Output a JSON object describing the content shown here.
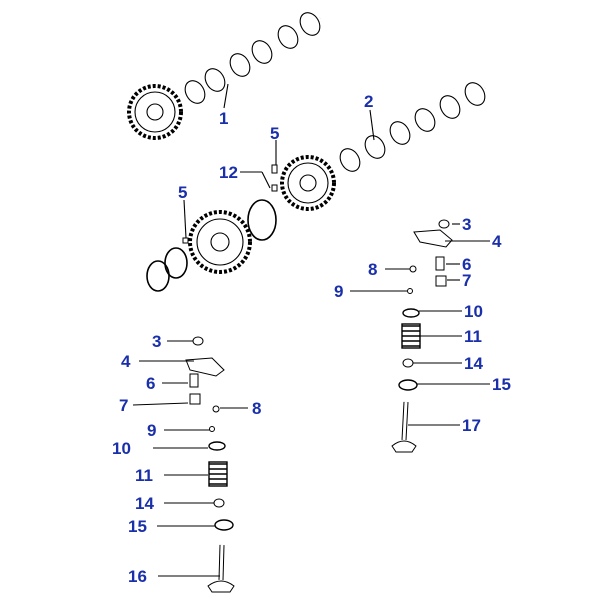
{
  "colors": {
    "callout": "#1a2faa",
    "line": "#000000",
    "part_fill": "#ffffff",
    "shade": "#bfbfbf"
  },
  "callouts": [
    "1",
    "2",
    "3",
    "4",
    "5",
    "6",
    "7",
    "8",
    "9",
    "10",
    "11",
    "12",
    "14",
    "15",
    "16",
    "17"
  ],
  "parts": [
    "camshaft-1",
    "camshaft-2",
    "cam-sprocket",
    "retaining-ring",
    "seal-rings",
    "rocker-arm",
    "lash-adjuster",
    "valve-spring",
    "valve-retainer",
    "spring-seat",
    "valve-16",
    "valve-17",
    "pin",
    "ball",
    "cap"
  ]
}
